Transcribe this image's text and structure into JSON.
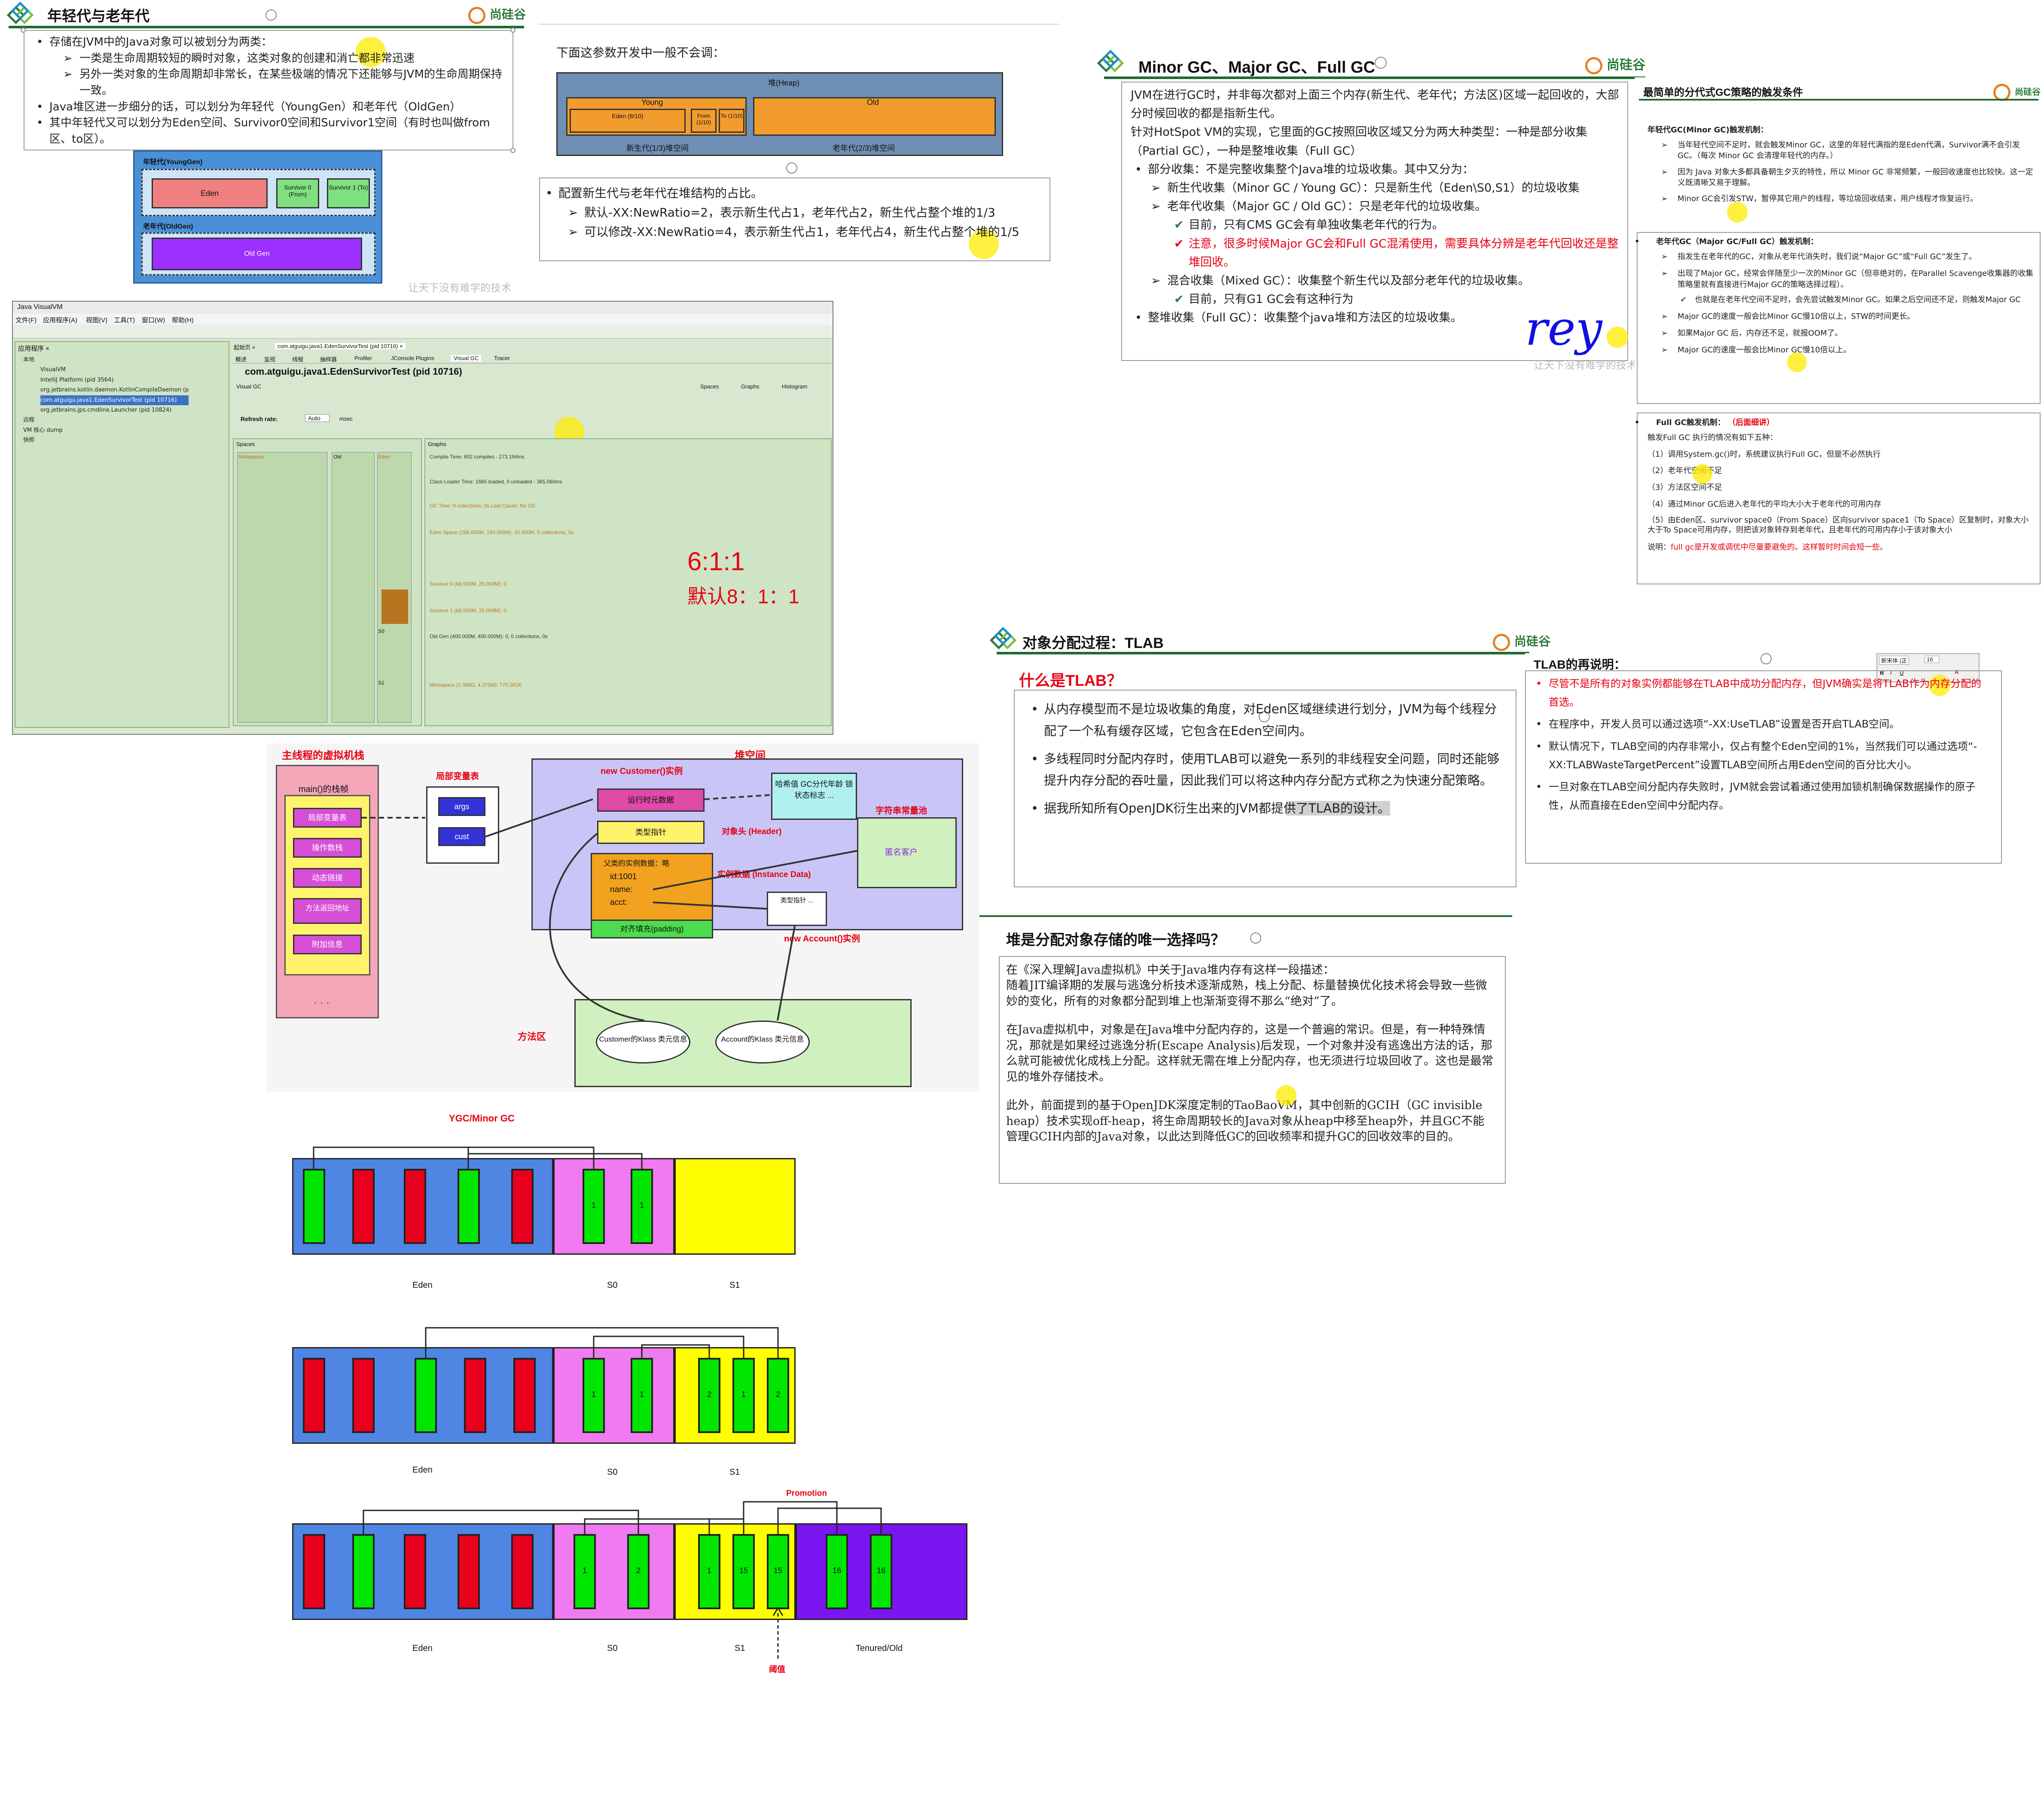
{
  "slide1": {
    "title": "年轻代与老年代",
    "logo": "尚硅谷",
    "bullets": [
      "存储在JVM中的Java对象可以被划分为两类：",
      "一类是生命周期较短的瞬时对象，这类对象的创建和消亡都非常迅速",
      "另外一类对象的生命周期却非常长，在某些极端的情况下还能够与JVM的生命周期保持一致。",
      "Java堆区进一步细分的话，可以划分为年轻代（YoungGen）和老年代（OldGen）",
      "其中年轻代又可以划分为Eden空间、Survivor0空间和Survivor1空间（有时也叫做from区、to区）。"
    ],
    "diagram": {
      "young": "年轻代(YoungGen)",
      "eden": "Eden",
      "s0": "Survivor 0 (From)",
      "s1": "Survivor 1 (To)",
      "old": "老年代(OldGen)",
      "oldgen": "Old Gen"
    },
    "watermark": "让天下没有难学的技术"
  },
  "slide2": {
    "intro": "下面这参数开发中一般不会调：",
    "heap": {
      "title": "堆(Heap)",
      "young": "Young",
      "old": "Old",
      "eden": "Eden (8/10)",
      "from": "From (1/10)",
      "to": "To (1/10)",
      "young_cap": "新生代(1/3)堆空间",
      "old_cap": "老年代(2/3)堆空间"
    },
    "bullets": [
      "配置新生代与老年代在堆结构的占比。",
      "默认-XX:NewRatio=2，表示新生代占1，老年代占2，新生代占整个堆的1/3",
      "可以修改-XX:NewRatio=4，表示新生代占1，老年代占4，新生代占整个堆的1/5"
    ]
  },
  "visualvm": {
    "window_title": "Java VisualVM",
    "menu": [
      "文件(F)",
      "应用程序(A)",
      "视图(V)",
      "工具(T)",
      "窗口(W)",
      "帮助(H)"
    ],
    "left_title": "应用程序 ×",
    "tree": [
      "本地",
      "VisualVM",
      "IntelliJ Platform (pid 3564)",
      "org.jetbrains.kotlin.daemon.KotlinCompileDaemon (p",
      "com.atguigu.java1.EdenSurvivorTest (pid 10716)",
      "org.jetbrains.jps.cmdline.Launcher (pid 10824)",
      "远程",
      "VM 核心 dump",
      "快照"
    ],
    "tabs": [
      "起始页 ×",
      "com.atguigu.java1.EdenSurvivorTest (pid 10716) ×"
    ],
    "subtabs": [
      "概述",
      "监视",
      "线程",
      "抽样器",
      "Profiler",
      "JConsole Plugins",
      "Visual GC",
      "Tracer"
    ],
    "app_title": "com.atguigu.java1.EdenSurvivorTest (pid 10716)",
    "visual_gc": "Visual GC",
    "checks": [
      "Spaces",
      "Graphs",
      "Histogram"
    ],
    "refresh_label": "Refresh rate:",
    "refresh_value": "Auto",
    "refresh_unit": "msec",
    "spaces_label": "Spaces",
    "graphs_label": "Graphs",
    "space_cols": [
      "Metaspace",
      "Old",
      "S1",
      "S0",
      "Eden"
    ],
    "graphs": [
      "Compile Time: 602 compiles - 273.194ms",
      "Class Loader Time: 1665 loaded, 0 unloaded - 365.060ms",
      "GC Time: 0 collections, 0s Last Cause: No GC",
      "Eden Space (298.000M, 150.000M): 33.000M, 0 collections, 0s",
      "Survivor 0 (66.500M, 25.000M): 0",
      "Survivor 1 (66.500M, 25.000M): 0",
      "Old Gen (400.000M, 400.000M): 0, 0 collections, 0s",
      "Metaspace (1.008G, 4.375M): 770.281K"
    ],
    "ratio": "6:1:1",
    "default": "默认8：1：1"
  },
  "minor": {
    "title": "Minor GC、Major GC、Full GC",
    "logo": "尚硅谷",
    "p1": "JVM在进行GC时，并非每次都对上面三个内存(新生代、老年代；方法区)区域一起回收的，大部分时候回收的都是指新生代。",
    "p2": "针对HotSpot VM的实现，它里面的GC按照回收区域又分为两大种类型：一种是部分收集（Partial GC），一种是整堆收集（Full GC）",
    "b1": "部分收集：不是完整收集整个Java堆的垃圾收集。其中又分为：",
    "b1a": "新生代收集（Minor GC / Young GC）：只是新生代（Eden\\S0,S1）的垃圾收集",
    "b1b": "老年代收集（Major GC / Old GC）：只是老年代的垃圾收集。",
    "c1": "目前，只有CMS GC会有单独收集老年代的行为。",
    "c2": "注意，很多时候Major GC会和Full GC混淆使用，需要具体分辨是老年代回收还是整堆回收。",
    "b1c": "混合收集（Mixed GC）：收集整个新生代以及部分老年代的垃圾收集。",
    "c3": "目前，只有G1 GC会有这种行为",
    "b2": "整堆收集（Full GC）：收集整个java堆和方法区的垃圾收集。",
    "scribble": "rey",
    "watermark": "让天下没有难学的技术"
  },
  "trigger": {
    "title": "最简单的分代式GC策略的触发条件",
    "logo": "尚硅谷",
    "minor_head": "年轻代GC(Minor GC)触发机制：",
    "minor": [
      "当年轻代空间不足时，就会触发Minor GC，这里的年轻代满指的是Eden代满，Survivor满不会引发GC。（每次 Minor GC 会清理年轻代的内存。）",
      "因为 Java 对象大多都具备朝生夕灭的特性，所以 Minor GC 非常频繁，一般回收速度也比较快。这一定义既清晰又易于理解。",
      "Minor GC会引发STW，暂停其它用户的线程，等垃圾回收结束，用户线程才恢复运行。"
    ],
    "major_head": "老年代GC（Major GC/Full GC）触发机制：",
    "major": [
      "指发生在老年代的GC，对象从老年代消失时，我们说“Major GC”或“Full GC”发生了。",
      "出现了Major GC，经常会伴随至少一次的Minor GC（但非绝对的，在Parallel Scavenge收集器的收集策略里就有直接进行Major GC的策略选择过程）。",
      "也就是在老年代空间不足时，会先尝试触发Minor GC。如果之后空间还不足，则触发Major GC",
      "Major GC的速度一般会比Minor GC慢10倍以上，STW的时间更长。",
      "如果Major GC 后，内存还不足，就报OOM了。",
      "Major GC的速度一般会比Minor GC慢10倍以上。"
    ],
    "full_head": "Full GC触发机制：",
    "full_note": "（后面细讲）",
    "full_intro": "触发Full GC 执行的情况有如下五种：",
    "full": [
      "（1）调用System.gc()时，系统建议执行Full GC，但是不必然执行",
      "（2）老年代空间不足",
      "（3）方法区空间不足",
      "（4）通过Minor GC后进入老年代的平均大小大于老年代的可用内存",
      "（5）由Eden区、survivor space0（From Space）区向survivor space1（To Space）区复制时，对象大小大于To Space可用内存，则把该对象转存到老年代，且老年代的可用内存小于该对象大小"
    ],
    "note_label": "说明：",
    "note": "full gc是开发或调优中尽量要避免的。这样暂时时间会短一些。"
  },
  "objmem": {
    "main_title": "主线程的虚拟机栈",
    "frame": "main()的栈帧",
    "frame_items": [
      "局部变量表",
      "操作数栈",
      "动态链接",
      "方法返回地址",
      "附加信息"
    ],
    "dots": "· · ·",
    "lvt_title": "局部变量表",
    "lvt": [
      "args",
      "cust"
    ],
    "heap": "堆空间",
    "new_customer": "new Customer()实例",
    "runtime": "运行时元数据",
    "hash": "哈希值 GC分代年龄 锁状态标志 ...",
    "typeptr": "类型指针",
    "header": "对象头 (Header)",
    "instance": "实例数据 (Instance Data)",
    "inst_title": "父类的实例数据：略",
    "fields": [
      "id:1001",
      "name:",
      "acct:"
    ],
    "padding": "对齐填充(padding)",
    "strpool": "字符串常量池",
    "anon": "匿名客户",
    "acct_box": "类型指针 ...",
    "new_account": "new Account()实例",
    "method": "方法区",
    "klass1": "Customer的Klass 类元信息",
    "klass2": "Account的Klass 类元信息"
  },
  "ygc": {
    "title": "YGC/Minor GC",
    "labels": [
      "Eden",
      "S0",
      "S1"
    ],
    "row1_nums": [
      "1",
      "1"
    ],
    "row2_nums": [
      "1",
      "1",
      "2",
      "1",
      "2"
    ],
    "row3_nums": [
      "1",
      "2",
      "1",
      "15",
      "15",
      "16",
      "16"
    ],
    "tenured": "Tenured/Old",
    "promotion": "Promotion",
    "threshold": "阈值"
  },
  "tlab": {
    "title": "对象分配过程：TLAB",
    "logo": "尚硅谷",
    "q": "什么是TLAB？",
    "b1": "从内存模型而不是垃圾收集的角度，对Eden区域继续进行划分，JVM为每个线程分配了一个私有缓存区域，它包含在Eden空间内。",
    "b2": "多线程同时分配内存时，使用TLAB可以避免一系列的非线程安全问题，同时还能够提升内存分配的吞吐量，因此我们可以将这种内存分配方式称之为快速分配策略。",
    "b3": "据我所知所有OpenJDK衍生出来的JVM都提供了TLAB的设计。"
  },
  "tlab2": {
    "title": "TLAB的再说明：",
    "toolbar_font": "新宋体 (正",
    "toolbar_size": "16",
    "b1": "尽管不是所有的对象实例都能够在TLAB中成功分配内存，但JVM确实是将TLAB作为内存分配的首选。",
    "b2": "在程序中，开发人员可以通过选项“-XX:UseTLAB”设置是否开启TLAB空间。",
    "b3": "默认情况下，TLAB空间的内存非常小，仅占有整个Eden空间的1%，当然我们可以通过选项“-XX:TLABWasteTargetPercent”设置TLAB空间所占用Eden空间的百分比大小。",
    "b4": "一旦对象在TLAB空间分配内存失败时，JVM就会尝试着通过使用加锁机制确保数据操作的原子性，从而直接在Eden空间中分配内存。"
  },
  "only": {
    "title": "堆是分配对象存储的唯一选择吗？",
    "p1": "在《深入理解Java虚拟机》中关于Java堆内存有这样一段描述：",
    "p2": "随着JIT编译期的发展与逃逸分析技术逐渐成熟，栈上分配、标量替换优化技术将会导致一些微妙的变化，所有的对象都分配到堆上也渐渐变得不那么“绝对”了。",
    "p3": "在Java虚拟机中，对象是在Java堆中分配内存的，这是一个普遍的常识。但是，有一种特殊情况，那就是如果经过逃逸分析(Escape Analysis)后发现，一个对象并没有逃逸出方法的话，那么就可能被优化成栈上分配。这样就无需在堆上分配内存，也无须进行垃圾回收了。这也是最常见的堆外存储技术。",
    "p4": "此外，前面提到的基于OpenJDK深度定制的TaoBaoVM，其中创新的GCIH（GC invisible heap）技术实现off-heap，将生命周期较长的Java对象从heap中移至heap外，并且GC不能管理GCIH内部的Java对象，以此达到降低GC的回收频率和提升GC的回收效率的目的。"
  }
}
